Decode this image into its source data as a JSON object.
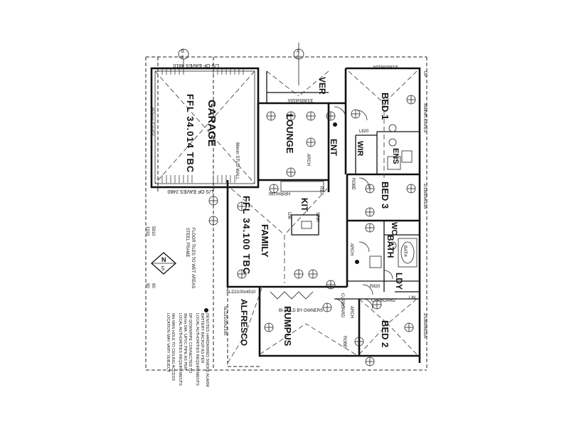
{
  "rooms": {
    "garage": "GARAGE",
    "garage_ffl": "FFL 34.014 TBC",
    "lounge": "LOUNGE",
    "ver": "VER",
    "ent": "ENT",
    "bed1": "BED 1",
    "ens": "ENS",
    "wir": "WIR",
    "bed3": "BED 3",
    "wc": "WC",
    "bath": "BATH",
    "ldy": "LDY",
    "kit": "KIT",
    "family": "FAMILY",
    "family_ffl": "FFL 34.100 TBC",
    "alfresco": "ALFRESCO",
    "rumpus": "RUMPUS",
    "bed2": "BED 2"
  },
  "labels": {
    "eaves_garage_top": "L/S OF EAVES 4810",
    "eaves_garage_bottom": "L/S OF EAVES 2480",
    "window_lounge": "3/1800x610A",
    "window_bed1": "3/1800x610A",
    "eaves_bed1": "450mm EAVES",
    "eaves_garage_side": "450mm EAVES",
    "dp": "DP",
    "window_bed3": "2/1800x610A",
    "window_bed2": "2/1800x610A",
    "lounge_wall": "86mm STUD WALL",
    "arch_lounge": "ARCH",
    "arch_kit": "ARCH",
    "arch_rumpus": "ARCH",
    "hp_rh": "HP/RH/180",
    "ref": "REF",
    "dw": "DW",
    "sink": "SINK",
    "bifold": "BI-FOLD BY OWNERS",
    "sliding_family": "SLD2100x4510",
    "sliding_alfresco": "SLD2100x2100",
    "cupboard1": "CUPBOARD",
    "cupboard2": "CUPBOARD",
    "robe1": "ROBE",
    "robe2": "ROBE",
    "l820": "L820",
    "r820": "R820",
    "bath_fixture": "BATH",
    "steel_frame": "STEEL FRAME",
    "floor_tiles": "FLOOR TILES TO WET AREAS",
    "lin": "LIN"
  },
  "compass": {
    "north_letter": "N",
    "number": "5"
  },
  "section_markers": {
    "top_garage_a": "B",
    "top_garage_b": "6",
    "top_center_a": "A",
    "top_center_b": "6"
  },
  "notes": {
    "line1": "DENOTES HARDWIRED SMOKE ALARM",
    "line2": "BATTERY BACKUP AS PER",
    "line3": "LOCAL AUTHORITIES REQUIREMENTS",
    "line4": "DP  DOWNPIPE CONNECTED TO",
    "line5": "90mm DIA. UPVC PIPE AS PER",
    "line6": "LOCAL AUTHORITIES REQUIREMENTS",
    "line7": "MH  MAN HOLE TO CEILING ACCESS",
    "line8": "LOCATION MAY VARY SUBJECT"
  },
  "left_dims": {
    "d1": "5910",
    "d2": "1010",
    "d3": "90",
    "d4": "90"
  }
}
